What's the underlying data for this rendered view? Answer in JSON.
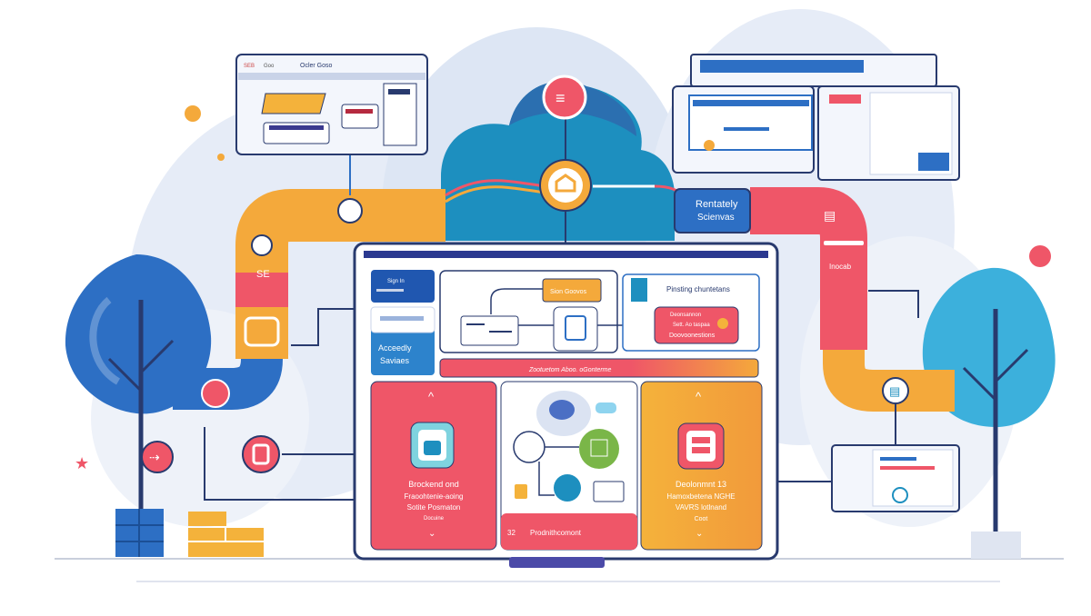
{
  "top_left_window": {
    "tag": "SEB",
    "subtag": "Goo",
    "title": "Ocler Goso"
  },
  "right_banner": {
    "line1": "Rentately",
    "line2": "Scienvas"
  },
  "right_pipe_label": "Inocab",
  "left_pipe_label": "SE",
  "monitor": {
    "sign_in_title": "Sign In",
    "sidebar_label_line1": "Acceedly",
    "sidebar_label_line2": "Saviaes",
    "gateway_label": "Sion Goovos",
    "panel_title": "Pinsting chuntetans",
    "alert_line1": "Deonsannon",
    "alert_line2": "Sett. Ao taspaa",
    "alert_line3": "Doovoonestions",
    "banner_text": "Zootuetom Aboo. oGonterme",
    "card_left": {
      "line1": "Brockend ond",
      "line2": "Fraoohtenie-aoing",
      "line3": "Sotite Posmaton",
      "line4": "Docuine"
    },
    "card_middle": {
      "number": "32",
      "label": "Prodnithcomont"
    },
    "card_right": {
      "line1": "Deolonmnt 13",
      "line2": "Hamoxbetena NGHE",
      "line3": "VAVRS lotlnand",
      "line4": "Coot"
    }
  },
  "colors": {
    "navy": "#2b3990",
    "blue": "#2e6fc0",
    "teal": "#1d8fbf",
    "red": "#ef5668",
    "orange": "#f4a93b",
    "pale": "#e4ebf6"
  }
}
